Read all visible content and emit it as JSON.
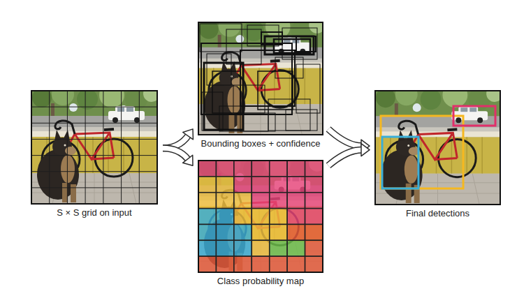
{
  "diagram": {
    "nodes": [
      {
        "text": [
          "S × S grid on input"
        ]
      },
      {
        "text": [
          "Bounding boxes + confidence"
        ]
      },
      {
        "text": [
          "Class probability map"
        ]
      },
      {
        "text": [
          "Final detections"
        ]
      }
    ],
    "edges": [
      {
        "from": 0,
        "to": 1,
        "arrow": "to"
      },
      {
        "from": 0,
        "to": 2,
        "arrow": "to"
      },
      {
        "from": 1,
        "to": 3,
        "arrow": "to"
      },
      {
        "from": 2,
        "to": 3,
        "arrow": "to"
      }
    ]
  }
}
